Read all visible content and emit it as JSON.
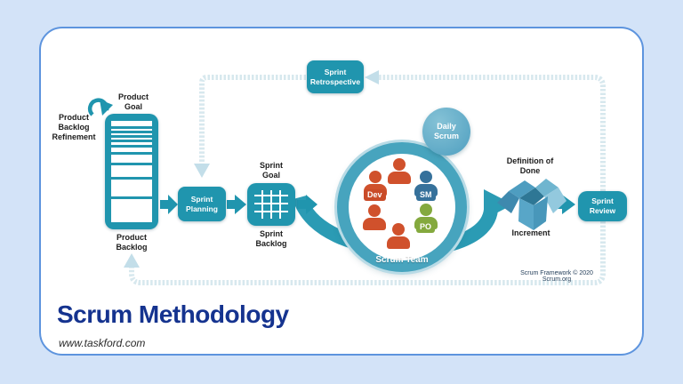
{
  "header": {
    "title": "Scrum Methodology",
    "website": "www.taskford.com"
  },
  "diagram": {
    "credit": "Scrum Framework © 2020 Scrum.org",
    "labels": {
      "product_goal": "Product Goal",
      "product_backlog_refinement": "Product Backlog Refinement",
      "product_backlog": "Product Backlog",
      "sprint_goal": "Sprint Goal",
      "sprint_backlog": "Sprint Backlog",
      "definition_of_done": "Definition of Done",
      "increment": "Increment"
    },
    "boxes": {
      "sprint_planning": "Sprint Planning",
      "sprint_retrospective": "Sprint Retrospective",
      "sprint_review": "Sprint Review",
      "daily_scrum": "Daily Scrum"
    },
    "team": {
      "name": "Scrum Team",
      "badges": [
        {
          "label": "Dev",
          "color": "#c94b28"
        },
        {
          "label": "SM",
          "color": "#36719b"
        },
        {
          "label": "PO",
          "color": "#84a93e"
        }
      ]
    },
    "colors": {
      "teal_box": "#2095ae",
      "team_ring": "#47a4be",
      "swoosh": "#2b9bb4",
      "loop_line": "#d7e8ee",
      "person_orange": "#d0512c",
      "person_blue": "#36719b",
      "person_green": "#84a93e",
      "title_navy": "#15338f",
      "page_background": "#d3e3f8",
      "card_border": "#5d94de"
    }
  }
}
